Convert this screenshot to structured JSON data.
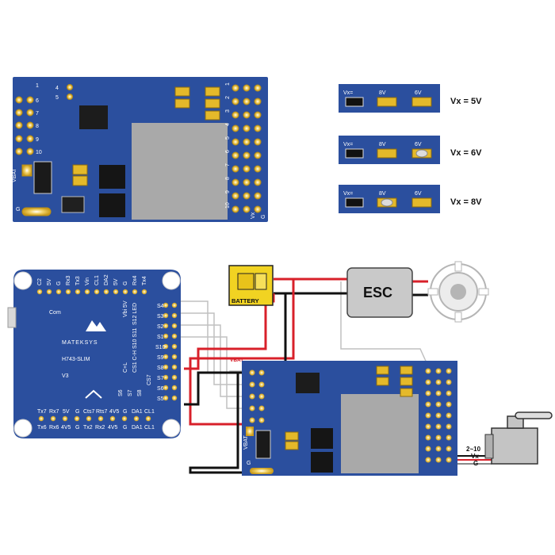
{
  "top_board": {
    "left_pads": [
      "1",
      "6",
      "7",
      "8",
      "9",
      "10",
      "VBAT",
      "G"
    ],
    "small_pads": [
      "4",
      "5"
    ],
    "right_pads": [
      "1",
      "2",
      "3",
      "4",
      "5",
      "6",
      "7",
      "8",
      "9",
      "10",
      "Vx",
      "G"
    ]
  },
  "jumper_configs": [
    {
      "label_vx": "Vx=",
      "label_8v": "8V",
      "label_6v": "6V",
      "setting": "Vx = 5V",
      "bridged": "none"
    },
    {
      "label_vx": "Vx=",
      "label_8v": "8V",
      "label_6v": "6V",
      "setting": "Vx = 6V",
      "bridged": "6V"
    },
    {
      "label_vx": "Vx=",
      "label_8v": "8V",
      "label_6v": "6V",
      "setting": "Vx = 8V",
      "bridged": "8V"
    }
  ],
  "fc_board": {
    "brand": "MATEKSYS",
    "model": "H743-SLIM",
    "version": "V3",
    "top_pads": [
      "C2",
      "5V",
      "G",
      "Rx3",
      "Tx3",
      "Vin",
      "CL1",
      "DA2",
      "5V",
      "G",
      "Rx4",
      "Tx4"
    ],
    "com_label": "Com",
    "bottom_row1": [
      "Tx7",
      "Rx7",
      "5V",
      "G",
      "Cts7",
      "Rts7",
      "4V5",
      "G",
      "DA1",
      "CL1"
    ],
    "bottom_row2": [
      "Tx6",
      "Rx6",
      "4V5",
      "G",
      "Tx2",
      "Rx2",
      "4V5",
      "G",
      "DA1",
      "CL1"
    ],
    "right_pads": [
      "S4",
      "S3",
      "S2",
      "S1",
      "S10",
      "S9",
      "S8",
      "S7",
      "S6",
      "S5"
    ],
    "mid_labels": [
      "Vbi 5V",
      "S12 LED",
      "S10 S11",
      "CS1 C-H",
      "C+L",
      "CS7",
      "S8",
      "S7",
      "S6"
    ]
  },
  "battery": {
    "label": "BATTERY"
  },
  "esc": {
    "label": "ESC"
  },
  "vbat_label": "VBAT",
  "pdb_board": {
    "vbat_label": "VBAT",
    "g_label": "G"
  },
  "servo": {
    "labels": [
      "2~10",
      "Vx",
      "G"
    ]
  },
  "colors": {
    "board": "#2b4f9e",
    "pad": "#e4b92a",
    "wire_red": "#d8202a",
    "wire_black": "#111111",
    "wire_gray": "#b8b8b8"
  }
}
